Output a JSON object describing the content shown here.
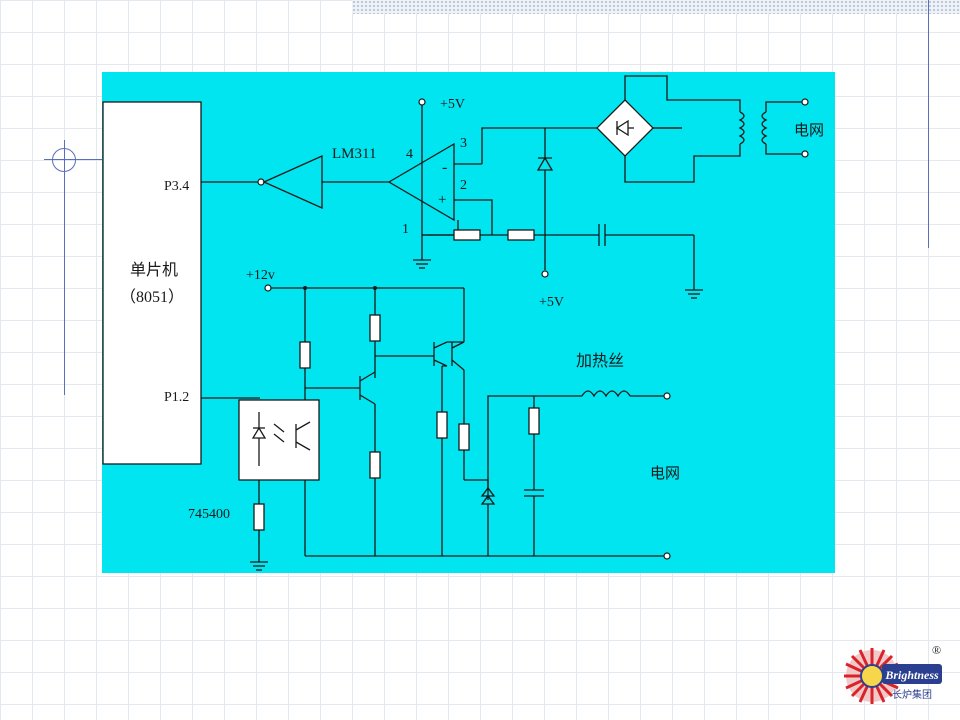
{
  "diagram": {
    "mcu": {
      "name": "单片机",
      "model": "（8051）"
    },
    "pins": {
      "p34": "P3.4",
      "p12": "P1.2"
    },
    "comparator": {
      "name": "LM311",
      "pin1": "1",
      "pin2": "2",
      "pin3": "3",
      "pin4": "4",
      "minus": "-",
      "plus": "+"
    },
    "supplies": {
      "v5_top": "+5V",
      "v5_bottom": "+5V",
      "v12": "+12v"
    },
    "optocoupler": {
      "name": "745400"
    },
    "heater": {
      "label": "加热丝"
    },
    "grid": {
      "top": "电网",
      "bottom": "电网"
    }
  },
  "logo": {
    "brand": "Brightness",
    "company": "长炉集团",
    "registered": "®"
  },
  "colors": {
    "panel": "#00e5f0",
    "wire": "#1a1a1a",
    "background": "#ffffff",
    "accent": "#5a6fb8"
  }
}
